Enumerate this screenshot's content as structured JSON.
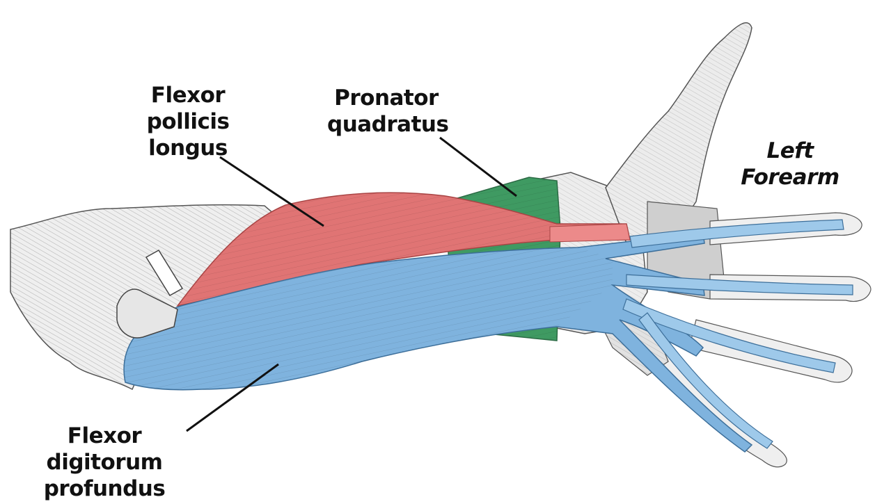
{
  "labels": {
    "fpl": {
      "line1": "Flexor pollicis",
      "line2": "longus"
    },
    "pq": {
      "line1": "Pronator",
      "line2": "quadratus"
    },
    "fdp": {
      "line1": "Flexor digitorum",
      "line2": "profundus"
    },
    "title": "Left Forearm"
  },
  "colors": {
    "flexor_pollicis_longus": "#e07474",
    "pronator_quadratus": "#3f9a62",
    "flexor_digitorum_profundus": "#7fb3de",
    "tendon_blue": "#9ec9ea",
    "bone": "#ededed",
    "outline": "#555555"
  }
}
